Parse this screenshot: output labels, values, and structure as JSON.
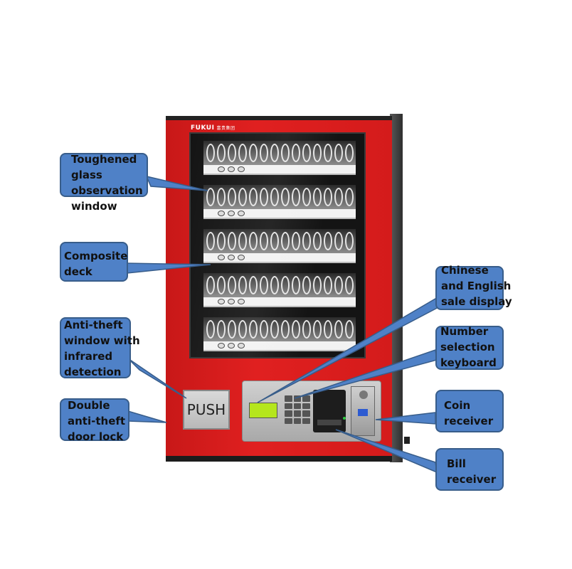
{
  "machine": {
    "brand": "FUKUI",
    "brand_sub": "富贵集团",
    "push_label": "PUSH"
  },
  "callouts": {
    "glass_window": "Toughened\nglass\nobservation\nwindow",
    "composite_deck": "Composite\ndeck",
    "anti_theft_window": "Anti-theft\nwindow with\ninfrared\ndetection",
    "door_lock": "Double\nanti-theft\ndoor lock",
    "sale_display": "Chinese\nand English\nsale display",
    "keyboard": "Number\nselection\nkeyboard",
    "coin_receiver": "Coin\nreceiver",
    "bill_receiver": "Bill\nreceiver"
  },
  "colors": {
    "machine_red": "#e02020",
    "callout_fill": "#4f81c7",
    "callout_border": "#385d8a",
    "display_green": "#b5e61d"
  }
}
